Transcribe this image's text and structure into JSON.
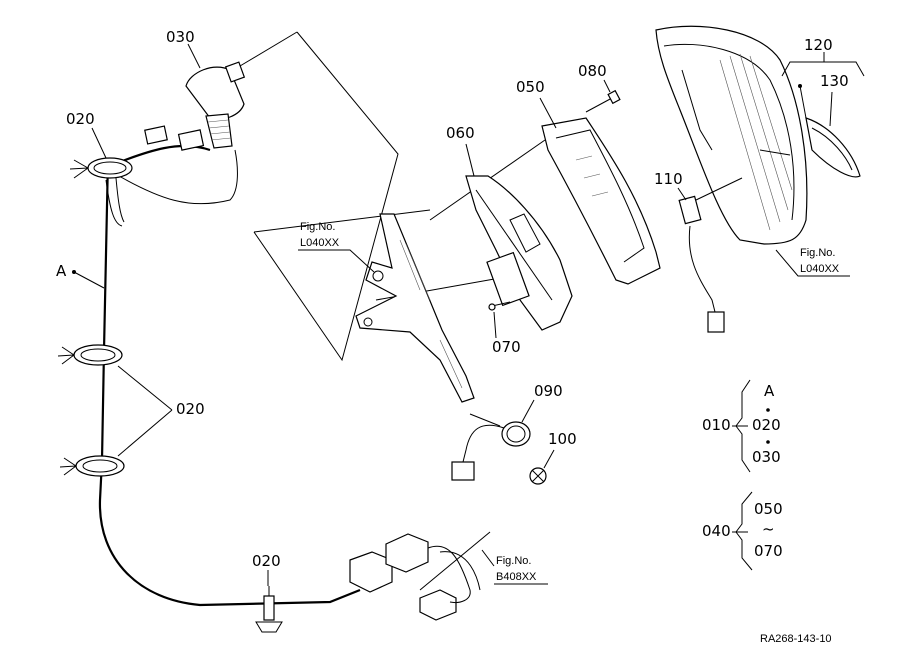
{
  "labels": {
    "p030": "030",
    "p020_top": "020",
    "p020_mid": "020",
    "p020_bot": "020",
    "pA": "A",
    "p060": "060",
    "p050": "050",
    "p080": "080",
    "p070": "070",
    "p090": "090",
    "p100": "100",
    "p110": "110",
    "p120": "120",
    "p130": "130"
  },
  "fig_refs": {
    "left": {
      "line1": "Fig.No.",
      "line2": "L040XX"
    },
    "right": {
      "line1": "Fig.No.",
      "line2": "L040XX"
    },
    "bottom": {
      "line1": "Fig.No.",
      "line2": "B408XX"
    }
  },
  "legend": {
    "g010": {
      "parent": "010",
      "items": [
        "A",
        "020",
        "030"
      ]
    },
    "g040": {
      "parent": "040",
      "items": [
        "050",
        "~",
        "070"
      ]
    }
  },
  "drawing_code": "RA268-143-10"
}
